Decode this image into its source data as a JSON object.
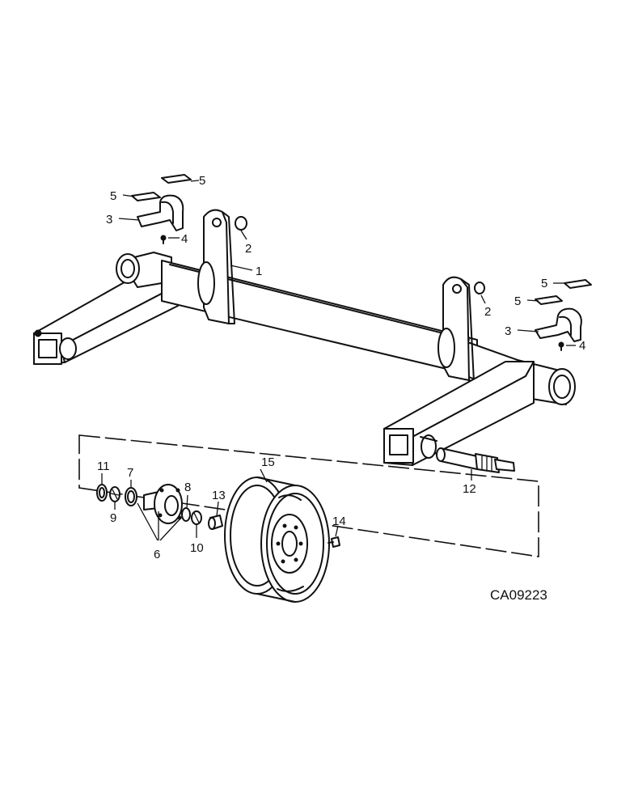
{
  "figure_code": "CA09223",
  "callouts": {
    "c1": "1",
    "c2": "2",
    "c3": "3",
    "c4": "4",
    "c5": "5",
    "c6": "6",
    "c7": "7",
    "c8": "8",
    "c9": "9",
    "c10": "10",
    "c11": "11",
    "c12": "12",
    "c13": "13",
    "c14": "14",
    "c15": "15"
  }
}
